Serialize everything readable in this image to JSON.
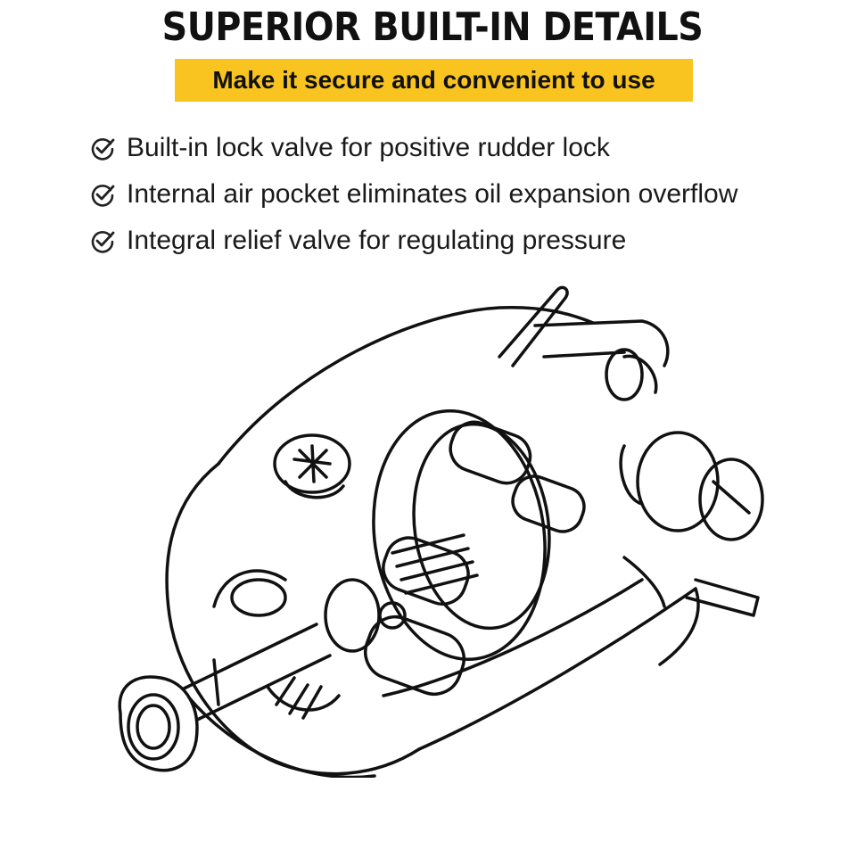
{
  "header": {
    "title": "SUPERIOR BUILT-IN DETAILS",
    "subtitle": "Make it secure and convenient to use"
  },
  "colors": {
    "accent": "#f9c41f",
    "ink": "#111111",
    "background": "#ffffff"
  },
  "features": [
    {
      "icon": "check-circle-icon",
      "text": "Built-in lock valve for positive rudder lock"
    },
    {
      "icon": "check-circle-icon",
      "text": "Internal air pocket eliminates oil expansion overflow"
    },
    {
      "icon": "check-circle-icon",
      "text": "Integral relief valve for regulating pressure"
    }
  ],
  "illustration": {
    "icon": "hydraulic-helm-pump-cutaway-illustration"
  }
}
